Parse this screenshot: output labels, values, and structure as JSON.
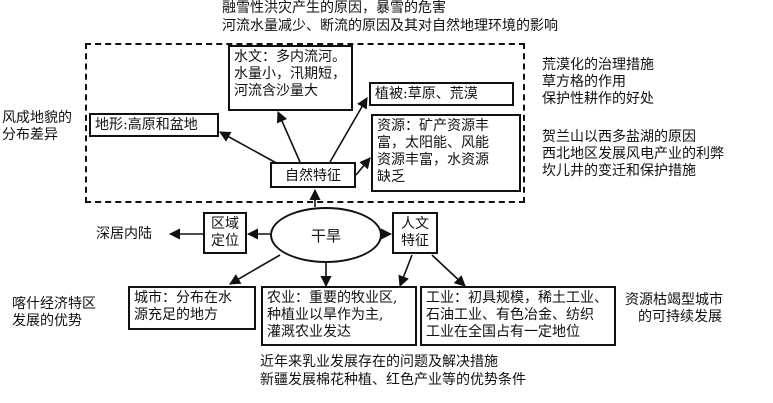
{
  "top_text": [
    "融雪性洪灾产生的原因，暴雪的危害",
    "河流水量减少、断流的原因及其对自然地理环境的影响"
  ],
  "left_text": [
    "风成地貌的",
    "分布差异"
  ],
  "right_text_a": [
    "荒漠化的治理措施",
    "草方格的作用",
    "保护性耕作的好处"
  ],
  "right_text_b": [
    "贺兰山以西多盐湖的原因",
    "西北地区发展风电产业的利弊",
    "坎儿井的变迁和保护措施"
  ],
  "hydrology_lines": [
    "水文：多内流河。",
    "水量小，汛期短，",
    "河流含沙量大"
  ],
  "landform": "地形:高原和盆地",
  "vegetation": "植被:草原、荒漠",
  "resources_lines": [
    "资源：矿产资源丰",
    "富，太阳能、风能",
    "资源丰富，水资源",
    "缺乏"
  ],
  "natural": "自然特征",
  "core": "干旱",
  "location_lines": [
    "区域",
    "定位"
  ],
  "inland": "深居内陆",
  "human_lines": [
    "人文",
    "特征"
  ],
  "city_lines": [
    "城市：分布在水",
    "源充足的地方"
  ],
  "agri_lines": [
    "农业：重要的牧业区,",
    "种植业以旱作为主,",
    "灌溉农业发达"
  ],
  "industry_lines": [
    "工业：初具规模，稀土工业、",
    "石油工业、有色冶金、纺织",
    "工业在全国占有一定地位"
  ],
  "kashgar_lines": [
    "喀什经济特区",
    "发展的优势"
  ],
  "resource_city_lines": [
    "资源枯竭型城市",
    "的可持续发展"
  ],
  "bottom_text": [
    "近年来乳业发展存在的问题及解决措施",
    "新疆发展棉花种植、红色产业等的优势条件"
  ]
}
